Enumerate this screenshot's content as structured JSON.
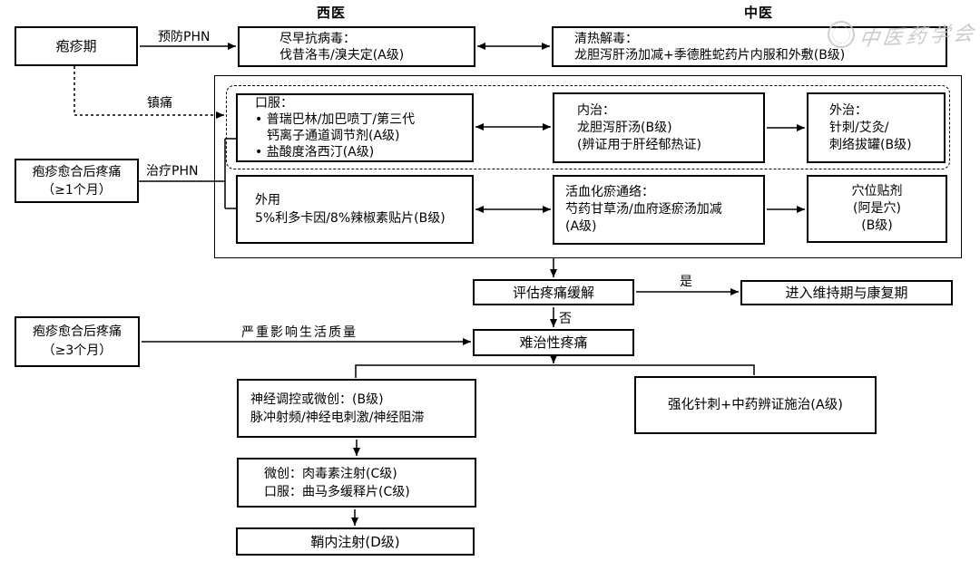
{
  "headers": {
    "west": "西医",
    "east": "中医"
  },
  "watermark": {
    "text": "中医药学会"
  },
  "edge_labels": {
    "prevent": "预防PHN",
    "analgesia": "镇痛",
    "treat": "治疗PHN",
    "yes": "是",
    "no": "否",
    "severe": "严重影响生活质量"
  },
  "nodes": {
    "herpes_phase": {
      "text": "疱疹期"
    },
    "antiviral": {
      "lines": [
        "尽早抗病毒：",
        "伐昔洛韦/溴夫定(A级)"
      ]
    },
    "qingre": {
      "lines": [
        "清热解毒：",
        "龙胆泻肝汤加减+季德胜蛇药片内服和外敷(B级)"
      ]
    },
    "oral": {
      "lines": [
        "口服：",
        "• 普瑞巴林/加巴喷丁/第三代",
        "钙离子通道调节剂(A级)",
        "• 盐酸度洛西汀(A级)"
      ]
    },
    "internal_treat": {
      "lines": [
        "内治：",
        "龙胆泻肝汤(B级)",
        "(辨证用于肝经郁热证)"
      ]
    },
    "external_treat": {
      "lines": [
        "外治：",
        "针刺/艾灸/",
        "刺络拔罐(B级)"
      ]
    },
    "topical": {
      "lines": [
        "外用",
        "5%利多卡因/8%辣椒素贴片(B级)"
      ]
    },
    "huoxue": {
      "lines": [
        "活血化瘀通络：",
        "芍药甘草汤/血府逐瘀汤加减",
        "(A级)"
      ]
    },
    "acupoint_patch": {
      "lines": [
        "穴位贴剂",
        "(阿是穴)",
        "(B级)"
      ]
    },
    "phn_1month": {
      "lines": [
        "疱疹愈合后疼痛",
        "（≥1个月）"
      ]
    },
    "assess": {
      "text": "评估疼痛缓解"
    },
    "maintain": {
      "text": "进入维持期与康复期"
    },
    "refractory": {
      "text": "难治性疼痛"
    },
    "phn_3month": {
      "lines": [
        "疱疹愈合后疼痛",
        "（≥3个月）"
      ]
    },
    "neuromodulation": {
      "lines": [
        "神经调控或微创：(B级)",
        "脉冲射频/神经电刺激/神经阻滞"
      ]
    },
    "strong_acupuncture": {
      "text": "强化针刺+中药辨证施治(A级)"
    },
    "minimally_invasive": {
      "lines": [
        "微创：肉毒素注射(C级)",
        "口服：曲马多缓释片(C级)"
      ]
    },
    "intrathecal": {
      "text": "鞘内注射(D级)"
    }
  }
}
